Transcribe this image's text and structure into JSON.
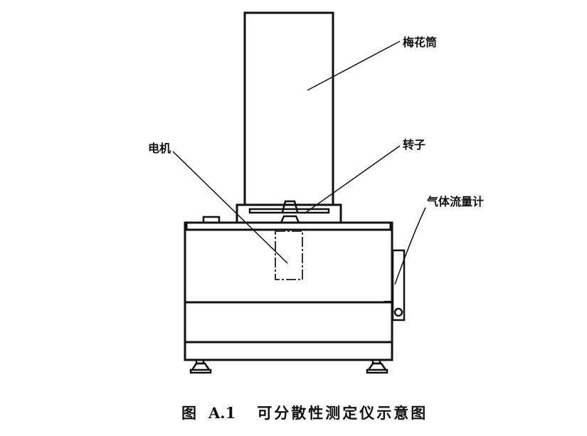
{
  "figure": {
    "caption_prefix": "图",
    "caption_number": "A.1",
    "caption_title": "可分散性测定仪示意图"
  },
  "labels": {
    "drum": "梅花筒",
    "rotor": "转子",
    "motor": "电机",
    "gas_flowmeter": "气体流量计"
  },
  "colors": {
    "stroke": "#111111",
    "background": "#ffffff"
  }
}
